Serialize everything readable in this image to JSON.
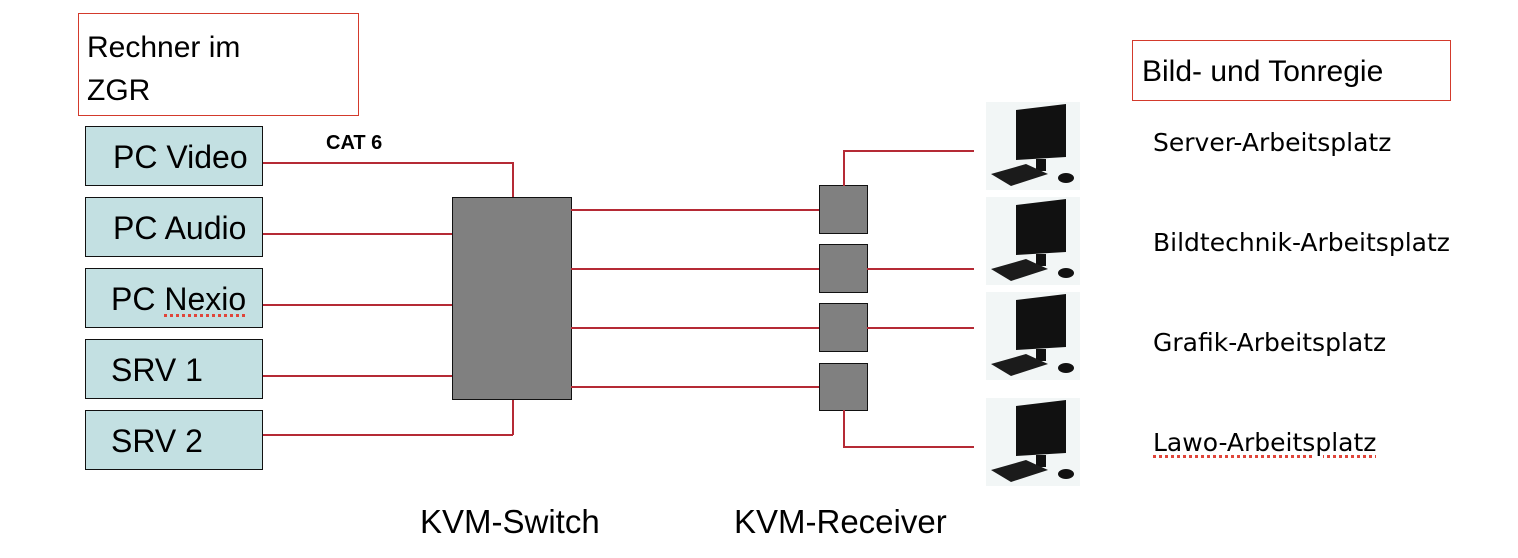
{
  "left_group": {
    "title_line1": "Rechner im",
    "title_line2": "ZGR"
  },
  "right_group": {
    "title": "Bild- und Tonregie"
  },
  "cable_label": "CAT 6",
  "sources": [
    {
      "label": "PC Video"
    },
    {
      "label": "PC Audio"
    },
    {
      "label": "PC Nexio",
      "spell_flag": "Nexio"
    },
    {
      "label": "SRV 1"
    },
    {
      "label": "SRV 2"
    }
  ],
  "switch": {
    "label": "KVM-Switch"
  },
  "receiver": {
    "label": "KVM-Receiver",
    "count": 4
  },
  "workstations": [
    {
      "label": "Server-Arbeitsplatz",
      "icon": "desktop-computer-icon"
    },
    {
      "label": "Bildtechnik-Arbeitsplatz",
      "icon": "desktop-computer-icon"
    },
    {
      "label": "Grafik-Arbeitsplatz",
      "icon": "desktop-computer-icon"
    },
    {
      "label": "Lawo-Arbeitsplatz",
      "icon": "desktop-computer-icon"
    }
  ],
  "colors": {
    "wire": "#b52a35",
    "source_fill": "#c3e0e2",
    "device_fill": "#808080",
    "title_border": "#d33a2c"
  }
}
